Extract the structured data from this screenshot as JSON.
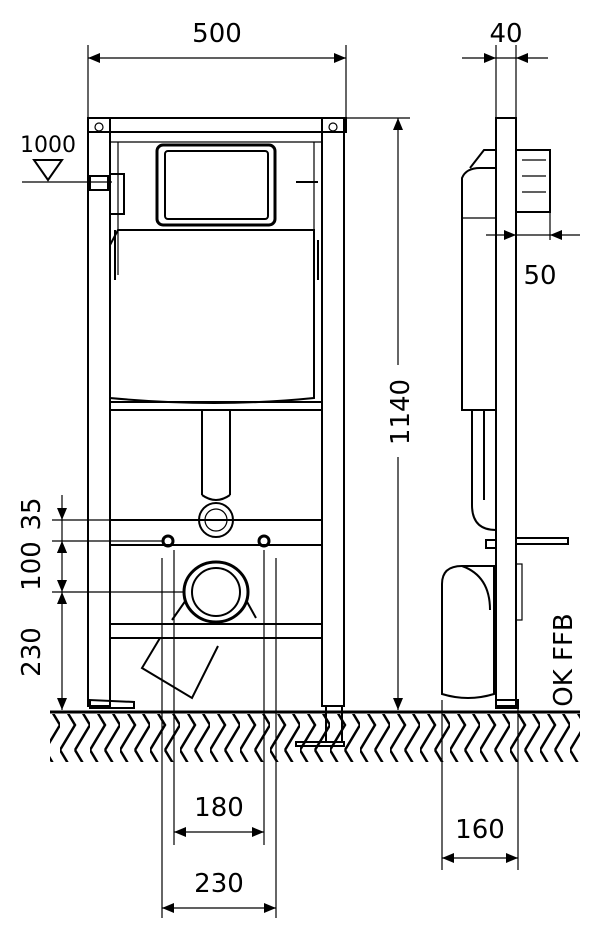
{
  "dimensions": {
    "width_total": "500",
    "depth_frame": "40",
    "height_total": "1140",
    "level_mark": "1000",
    "offset_50": "50",
    "gap_35": "35",
    "gap_100": "100",
    "gap_230_vertical": "230",
    "spacing_180": "180",
    "spacing_230": "230",
    "depth_160": "160"
  },
  "labels": {
    "floor_reference": "OK FFB"
  }
}
